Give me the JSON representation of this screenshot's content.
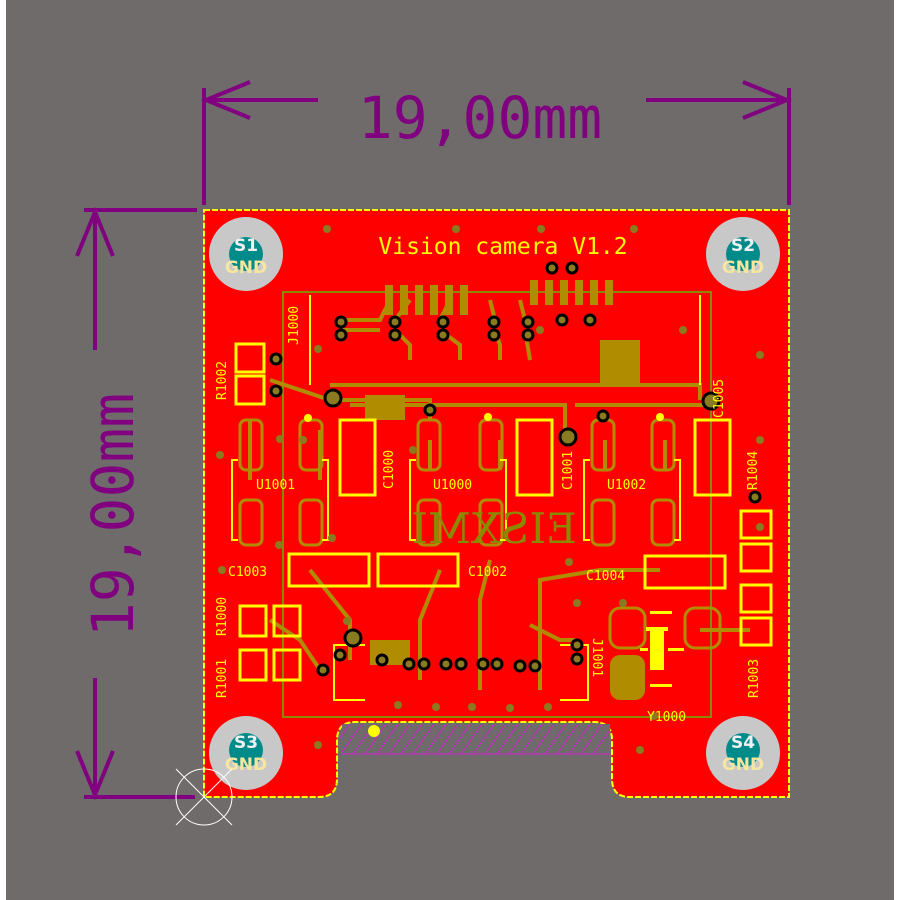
{
  "dimensions": {
    "width_label": "19,00mm",
    "height_label": "19,00mm"
  },
  "board": {
    "title": "Vision camera V1.2",
    "bottom_silk_text": "EISXMI",
    "mounting_holes": [
      {
        "id": "S1",
        "net": "GND"
      },
      {
        "id": "S2",
        "net": "GND"
      },
      {
        "id": "S3",
        "net": "GND"
      },
      {
        "id": "S4",
        "net": "GND"
      }
    ],
    "designators": {
      "J1000": "J1000",
      "J1001": "J1001",
      "R1000": "R1000",
      "R1001": "R1001",
      "R1002": "R1002",
      "R1003": "R1003",
      "R1004": "R1004",
      "C1000": "C1000",
      "C1001": "C1001",
      "C1002": "C1002",
      "C1003": "C1003",
      "C1004": "C1004",
      "C1005": "C1005",
      "U1000": "U1000",
      "U1001": "U1001",
      "U1002": "U1002",
      "Y1000": "Y1000"
    }
  },
  "colors": {
    "background": "#6f6b6b",
    "board": "#ff0000",
    "copper": "#b08c00",
    "silkscreen": "#ffff00",
    "dimension": "#800080",
    "hole": "#c8c8c8",
    "hole_label": "#008b8b"
  }
}
